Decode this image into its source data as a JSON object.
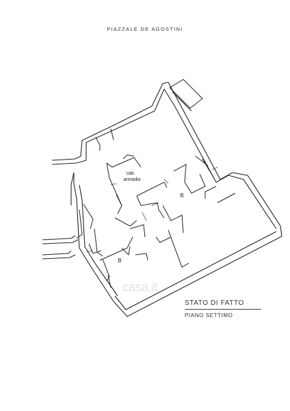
{
  "street": "PIAZZALE DE AGOSTINI",
  "rooms": {
    "closet_line1": "cab.",
    "closet_line2": "armadio",
    "bath_upper": "B",
    "bath_lower": "B"
  },
  "title_block": {
    "main": "STATO DI FATTO",
    "sub": "PIANO SETTIMO"
  },
  "watermark": "casa.it"
}
